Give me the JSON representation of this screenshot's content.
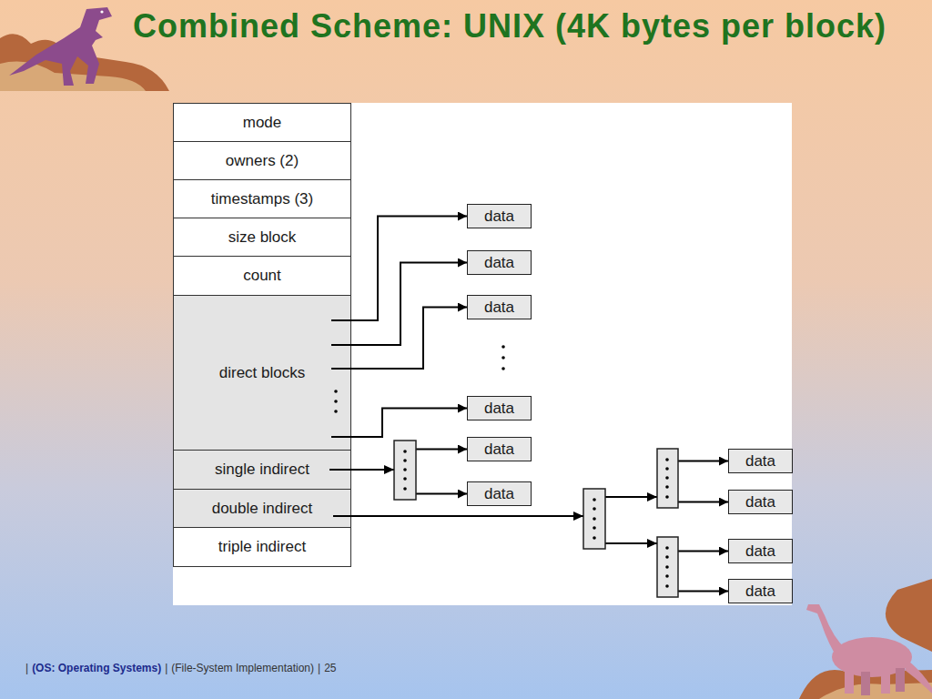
{
  "diagram": {
    "title": "Combined Scheme: UNIX (4K bytes per block)",
    "nodes": [
      {
        "text": [
          "mode"
        ]
      },
      {
        "text": [
          "owners (2)"
        ]
      },
      {
        "text": [
          "timestamps (3)"
        ]
      },
      {
        "text": [
          "size block"
        ]
      },
      {
        "text": [
          "count"
        ]
      },
      {
        "text": [
          "direct blocks"
        ]
      },
      {
        "text": [
          "single indirect"
        ]
      },
      {
        "text": [
          "double indirect"
        ]
      },
      {
        "text": [
          "triple indirect"
        ]
      },
      {
        "text": [
          "data"
        ]
      },
      {
        "text": [
          "data"
        ]
      },
      {
        "text": [
          "data"
        ]
      },
      {
        "text": [
          "data"
        ]
      },
      {
        "text": [
          "data"
        ]
      },
      {
        "text": [
          "data"
        ]
      },
      {
        "text": [
          "data"
        ]
      },
      {
        "text": [
          "data"
        ]
      },
      {
        "text": [
          "data"
        ]
      },
      {
        "text": [
          "data"
        ]
      }
    ],
    "edges": [
      {
        "from": 5,
        "to": 9,
        "arrow": "to"
      },
      {
        "from": 5,
        "to": 10,
        "arrow": "to"
      },
      {
        "from": 5,
        "to": 11,
        "arrow": "to"
      },
      {
        "from": 5,
        "to": 12,
        "arrow": "to"
      },
      {
        "from": 6,
        "to": 13,
        "arrow": "to"
      },
      {
        "from": 6,
        "to": 14,
        "arrow": "to"
      },
      {
        "from": 7,
        "to": 15,
        "arrow": "to"
      },
      {
        "from": 7,
        "to": 16,
        "arrow": "to"
      },
      {
        "from": 7,
        "to": 17,
        "arrow": "to"
      },
      {
        "from": 7,
        "to": 18,
        "arrow": "to"
      }
    ],
    "labels": [
      "|",
      "(OS: Operating Systems)",
      "|",
      "(File-System Implementation)",
      "|",
      "25"
    ]
  }
}
